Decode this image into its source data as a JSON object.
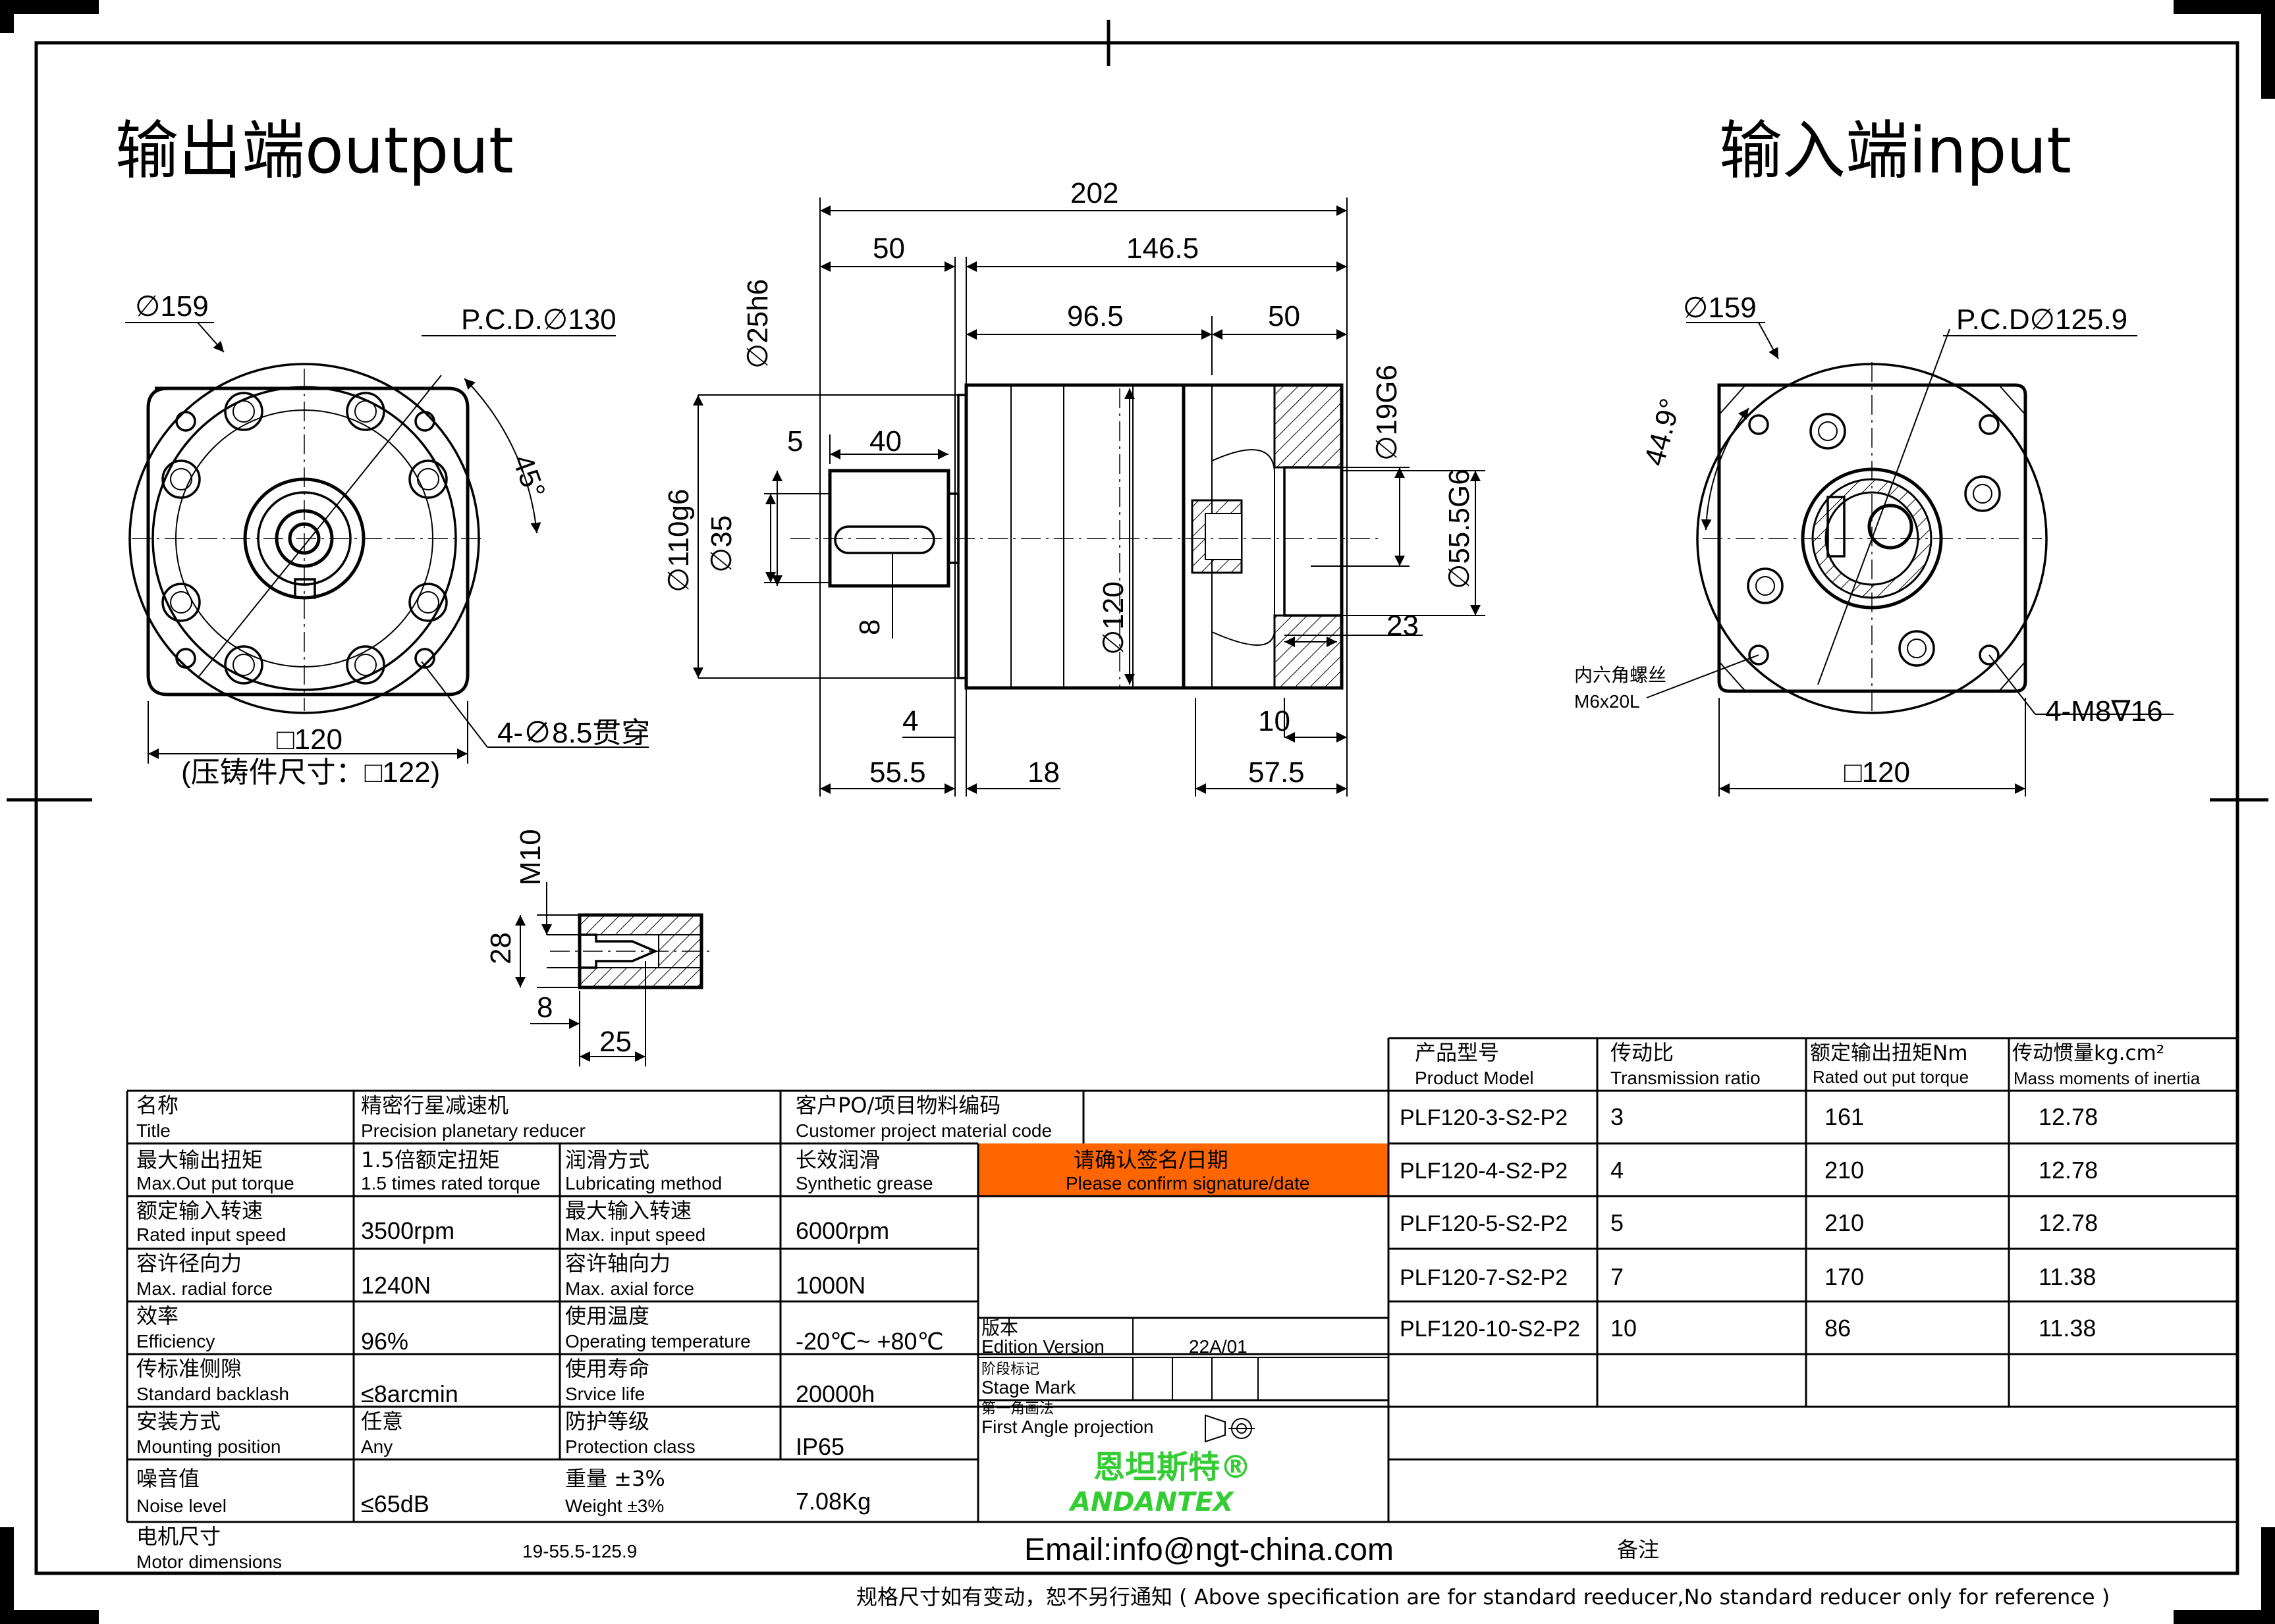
{
  "headings": {
    "output": "输出端output",
    "input": "输入端input"
  },
  "dims_left": {
    "d159": "∅159",
    "pcd130": "P.C.D.∅130",
    "angle45": "45°",
    "sq120": "□120",
    "diecast": "(压铸件尺寸：□122)",
    "holes": "4-∅8.5贯穿"
  },
  "dims_side": {
    "l202": "202",
    "l50a": "50",
    "l146": "146.5",
    "l96": "96.5",
    "l50b": "50",
    "d25": "∅25h6",
    "l5": "5",
    "l40": "40",
    "d110": "∅110g6",
    "d35": "∅35",
    "k8": "8",
    "d120": "∅120",
    "d19": "∅19G6",
    "d555": "∅55.5G6",
    "l23": "23",
    "l4": "4",
    "l10": "10",
    "l555": "55.5",
    "l18": "18",
    "l575": "57.5"
  },
  "dims_right": {
    "d159": "∅159",
    "pcd": "P.C.D∅125.9",
    "angle": "44.9°",
    "screw_cn": "内六角螺丝",
    "screw_en": "M6x20L",
    "thread": "4-M8∇16",
    "sq120": "□120"
  },
  "dims_detail": {
    "m10": "M10",
    "h28": "28",
    "w8": "8",
    "w25": "25"
  },
  "spec": {
    "title_cn": "名称",
    "title_en": "Title",
    "title_val_cn": "精密行星减速机",
    "title_val_en": "Precision planetary reducer",
    "cust_cn": "客户PO/项目物料编码",
    "cust_en": "Customer project material code",
    "maxout_cn": "最大输出扭矩",
    "maxout_en": "Max.Out put torque",
    "maxout_val_cn": "1.5倍额定扭矩",
    "maxout_val_en": "1.5 times rated torque",
    "lub_cn": "润滑方式",
    "lub_en": "Lubricating method",
    "lub_val_cn": "长效润滑",
    "lub_val_en": "Synthetic grease",
    "confirm_cn": "请确认签名/日期",
    "confirm_en": "Please confirm signature/date",
    "rin_cn": "额定输入转速",
    "rin_en": "Rated input speed",
    "rin_val": "3500rpm",
    "maxin_cn": "最大输入转速",
    "maxin_en": "Max. input speed",
    "maxin_val": "6000rpm",
    "rad_cn": "容许径向力",
    "rad_en": "Max. radial force",
    "rad_val": "1240N",
    "ax_cn": "容许轴向力",
    "ax_en": "Max. axial force",
    "ax_val": "1000N",
    "eff_cn": "效率",
    "eff_en": "Efficiency",
    "eff_val": "96%",
    "temp_cn": "使用温度",
    "temp_en": "Operating temperature",
    "temp_val": "-20℃~ +80℃",
    "bl_cn": "传标准侧隙",
    "bl_en": "Standard backlash",
    "bl_val": "≤8arcmin",
    "life_cn": "使用寿命",
    "life_en": "Srvice life",
    "life_val": "20000h",
    "mount_cn": "安装方式",
    "mount_en": "Mounting position",
    "mount_val_cn": "任意",
    "mount_val_en": "Any",
    "prot_cn": "防护等级",
    "prot_en": "Protection class",
    "prot_val": "IP65",
    "noise_cn": "噪音值",
    "noise_en": "Noise level",
    "noise_val": "≤65dB",
    "wt_cn": "重量 ±3%",
    "wt_en": "Weight ±3%",
    "wt_val": "7.08Kg",
    "motor_cn": "电机尺寸",
    "motor_en": "Motor dimensions",
    "motor_val": "19-55.5-125.9",
    "ed_cn": "版本",
    "ed_en": "Edition Version",
    "ed_val": "22A/01",
    "stage_cn": "阶段标记",
    "stage_en": "Stage Mark",
    "proj_cn": "第一角画法",
    "proj_en": "First Angle projection",
    "brand_cn": "恩坦斯特®",
    "brand_en": "ANDANTEX",
    "email": "Email:info@ngt-china.com",
    "remark": "备注",
    "footer": "规格尺寸如有变动，恕不另行通知 ( Above specification are for standard reeducer,No standard reducer only for reference )"
  },
  "models": {
    "headers": [
      {
        "cn": "产品型号",
        "en": "Product Model"
      },
      {
        "cn": "传动比",
        "en": "Transmission ratio"
      },
      {
        "cn": "额定输出扭矩Nm",
        "en": "Rated out put torque"
      },
      {
        "cn": "传动惯量kg.cm²",
        "en": "Mass moments of inertia"
      }
    ],
    "rows": [
      [
        "PLF120-3-S2-P2",
        "3",
        "161",
        "12.78"
      ],
      [
        "PLF120-4-S2-P2",
        "4",
        "210",
        "12.78"
      ],
      [
        "PLF120-5-S2-P2",
        "5",
        "210",
        "12.78"
      ],
      [
        "PLF120-7-S2-P2",
        "7",
        "170",
        "11.38"
      ],
      [
        "PLF120-10-S2-P2",
        "10",
        "86",
        "11.38"
      ]
    ]
  },
  "colors": {
    "confirm_bg": "#ff6600",
    "brand_green": "#33cc33"
  }
}
